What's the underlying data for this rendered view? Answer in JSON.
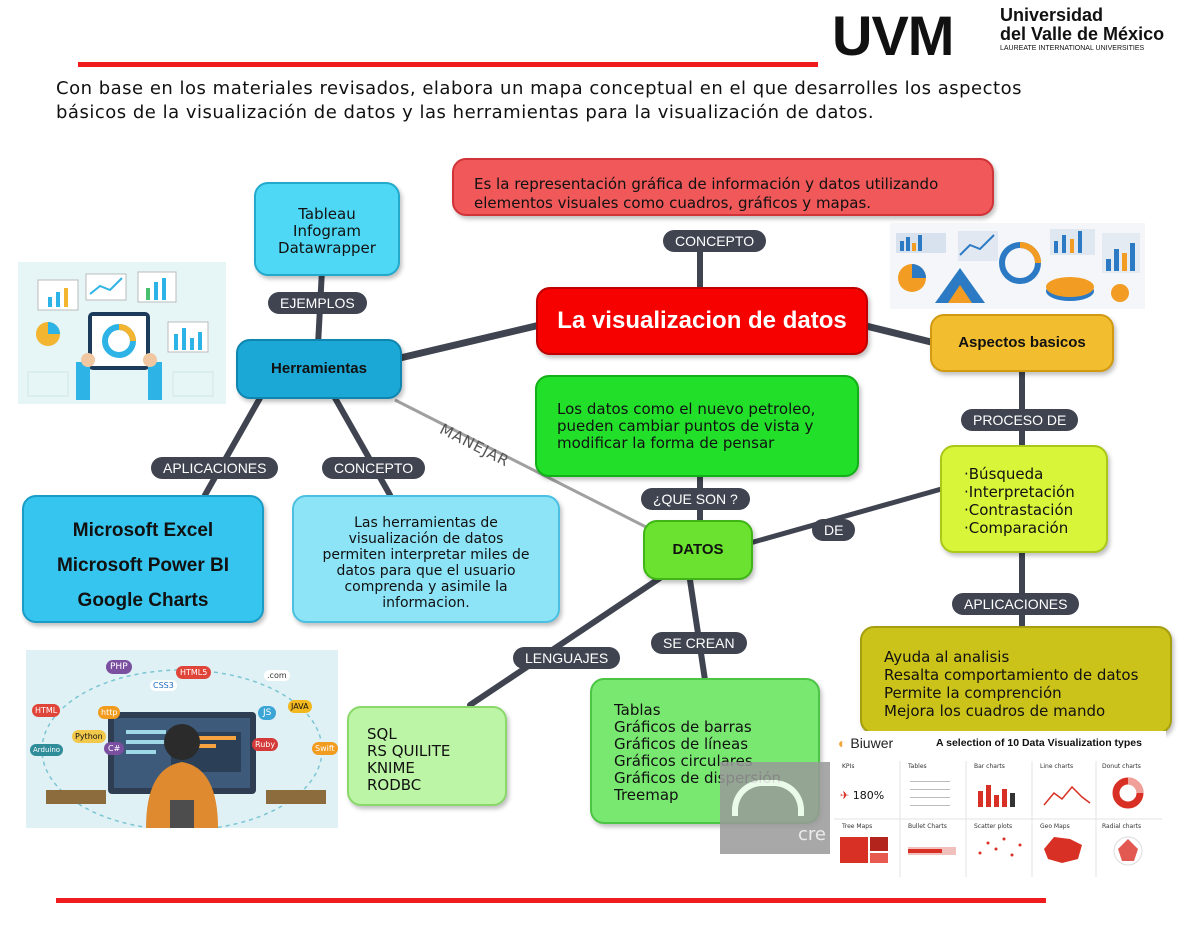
{
  "header": {
    "logo_text": "UVM",
    "uni_line1": "Universidad",
    "uni_line2": "del Valle de México",
    "uni_line3": "LAUREATE INTERNATIONAL UNIVERSITIES"
  },
  "instructions": {
    "line1": "Con base en los materiales revisados, elabora un mapa conceptual en el que desarrolles los aspectos",
    "line2": "básicos de la visualización de datos y las herramientas para la visualización de datos."
  },
  "map": {
    "concept_def": [
      "Es la representación gráfica de información y datos utilizando",
      "elementos visuales como cuadros, gráficos y mapas."
    ],
    "concepto_label": "CONCEPTO",
    "main_title": "La visualizacion de datos",
    "aspectos": "Aspectos basicos",
    "proceso_label": "PROCESO DE",
    "proceso_items": [
      "·Búsqueda",
      "·Interpretación",
      "·Contrastación",
      "·Comparación"
    ],
    "aplicaciones_right_label": "APLICACIONES",
    "aplicaciones_right_items": [
      "Ayuda al analisis",
      "Resalta comportamiento de datos",
      "Permite la comprención",
      "Mejora los cuadros de mando"
    ],
    "ejemplos_items": [
      "Tableau",
      "Infogram",
      "Datawrapper"
    ],
    "ejemplos_label": "EJEMPLOS",
    "herramientas": "Herramientas",
    "manejar_label": "MANEJAR",
    "aplicaciones_left_label": "APLICACIONES",
    "concepto_left_label": "CONCEPTO",
    "apps_left_items": [
      "Microsoft Excel",
      "Microsoft Power BI",
      "Google Charts"
    ],
    "herr_concept": [
      "Las herramientas de",
      "visualización de datos",
      "permiten interpretar miles de",
      "datos para que el usuario",
      "comprenda y asimile la",
      "informacion."
    ],
    "datos_def": [
      "Los datos como el nuevo petroleo,",
      "pueden cambiar puntos de vista y",
      "modificar la forma de pensar"
    ],
    "que_son_label": "¿QUE SON ?",
    "datos": "DATOS",
    "de_label": "DE",
    "lenguajes_label": "LENGUAJES",
    "se_crean_label": "SE CREAN",
    "lenguajes_items": [
      "SQL",
      "RS QUILITE",
      "KNIME",
      "RODBC"
    ],
    "crean_items": [
      "Tablas",
      "Gráficos de barras",
      "Gráficos de líneas",
      "Gráficos circulares",
      "Gráficos de dispersión",
      "Treemap"
    ]
  },
  "biuwer": {
    "brand": "Biuwer",
    "title": "A selection of 10 Data Visualization types",
    "cells": [
      "KPIs",
      "Tables",
      "Bar charts",
      "Line charts",
      "Donut charts",
      "Tree Maps",
      "Bullet Charts",
      "Scatter plots",
      "Geo Maps",
      "Radial charts"
    ],
    "kpi_value": "180%",
    "overlay_text": "cre"
  },
  "coding_image": {
    "tags": [
      "PHP",
      "HTML5",
      "CSS3",
      "HTML",
      "JS",
      "JAVA",
      "Python",
      "C#",
      "Swift",
      "Ruby",
      "http",
      "Arduino",
      ".com"
    ]
  },
  "colors": {
    "red": "#ee1c1c",
    "cyan": "#36c5ee",
    "green": "#49d43d",
    "yellow": "#f2be30",
    "pill": "#3f4450"
  }
}
